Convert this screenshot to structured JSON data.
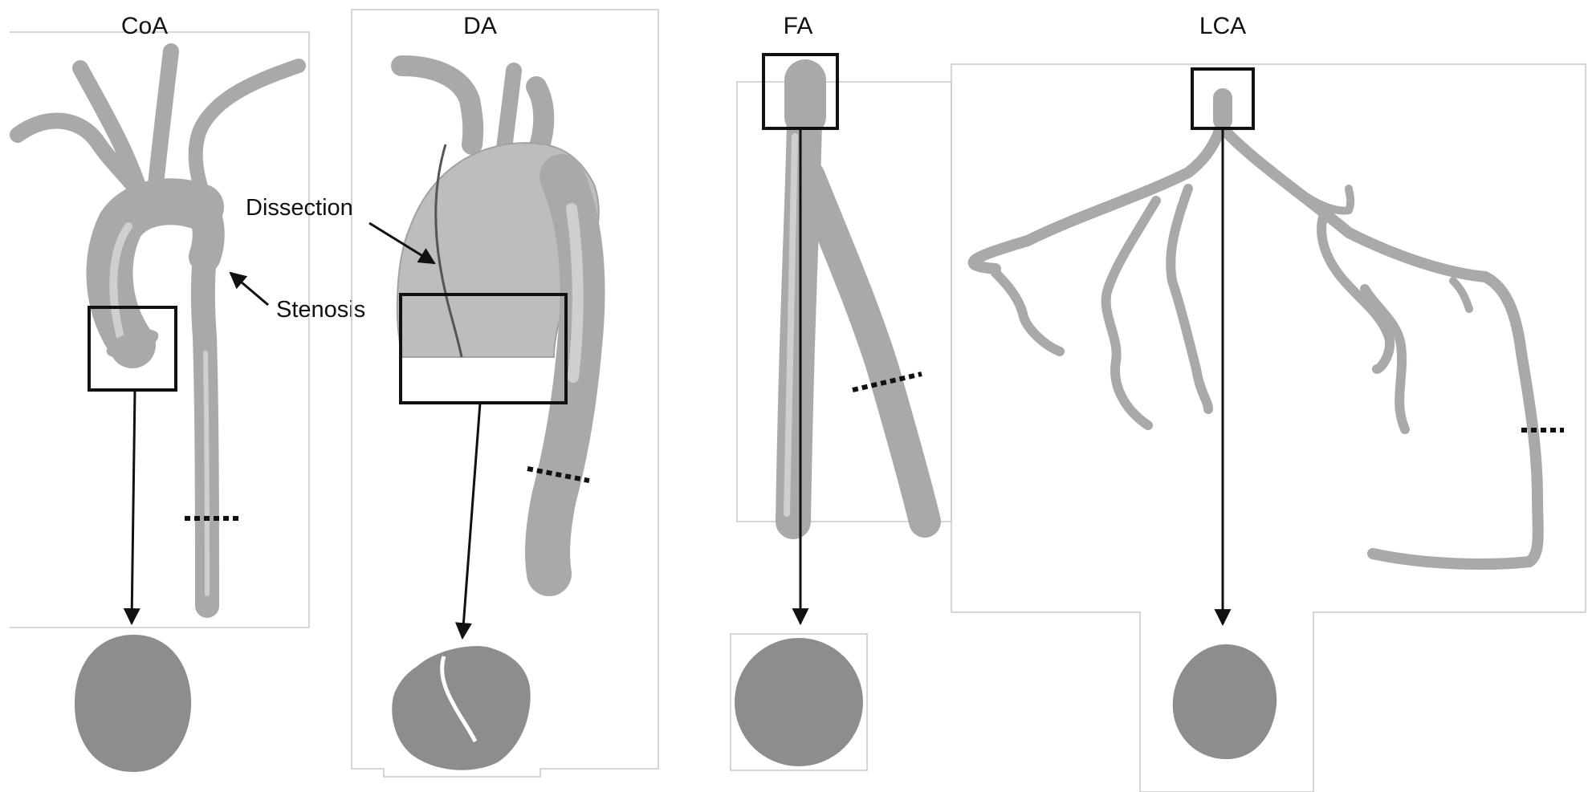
{
  "panels": [
    {
      "id": "coa",
      "title": "CoA"
    },
    {
      "id": "da",
      "title": "DA"
    },
    {
      "id": "fa",
      "title": "FA"
    },
    {
      "id": "lca",
      "title": "LCA"
    }
  ],
  "annotations": {
    "stenosis": "Stenosis",
    "dissection": "Dissection"
  },
  "colors": {
    "vessel_surface": "#bdbdbd",
    "cross_section": "#8d8d8d",
    "frame": "#c8c8c8",
    "ink": "#111111"
  }
}
